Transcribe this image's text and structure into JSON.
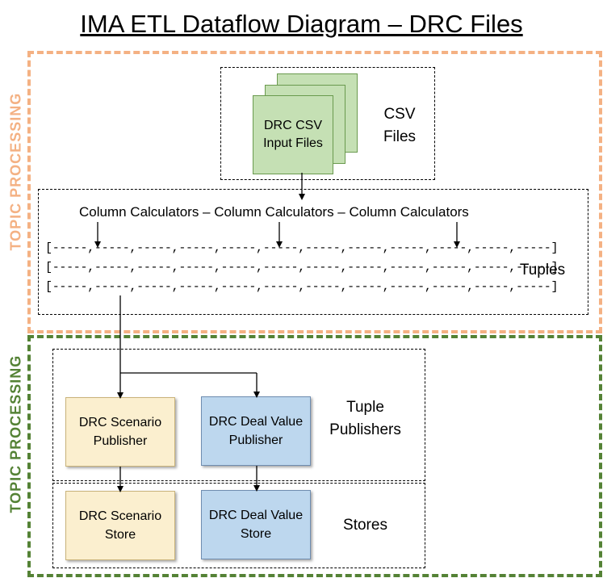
{
  "title": "IMA ETL Dataflow Diagram – DRC Files",
  "sections": {
    "top_label": "TOPIC PROCESSING",
    "bottom_label": "TOPIC PROCESSING"
  },
  "csv": {
    "card_text_line1": "DRC CSV",
    "card_text_line2": "Input Files",
    "label_line1": "CSV",
    "label_line2": "Files"
  },
  "tuples": {
    "calculators": "Column Calculators – Column Calculators – Column Calculators",
    "rows": [
      "[-----,-----,-----,-----,-----,-----,-----,-----,-----,-----,-----,-----]",
      "[-----,-----,-----,-----,-----,-----,-----,-----,-----,-----,-----,-----]",
      "[-----,-----,-----,-----,-----,-----,-----,-----,-----,-----,-----,-----]"
    ],
    "label": "Tuples"
  },
  "publishers": {
    "scenario_line1": "DRC Scenario",
    "scenario_line2": "Publisher",
    "deal_line1": "DRC Deal Value",
    "deal_line2": "Publisher",
    "label_line1": "Tuple",
    "label_line2": "Publishers"
  },
  "stores": {
    "scenario_line1": "DRC Scenario",
    "scenario_line2": "Store",
    "deal_line1": "DRC Deal Value",
    "deal_line2": "Store",
    "label": "Stores"
  },
  "colors": {
    "orange_frame": "#f4b183",
    "green_frame": "#548235",
    "csv_fill": "#c5e0b4",
    "scenario_fill": "#fbefcf",
    "deal_fill": "#bdd7ee"
  }
}
